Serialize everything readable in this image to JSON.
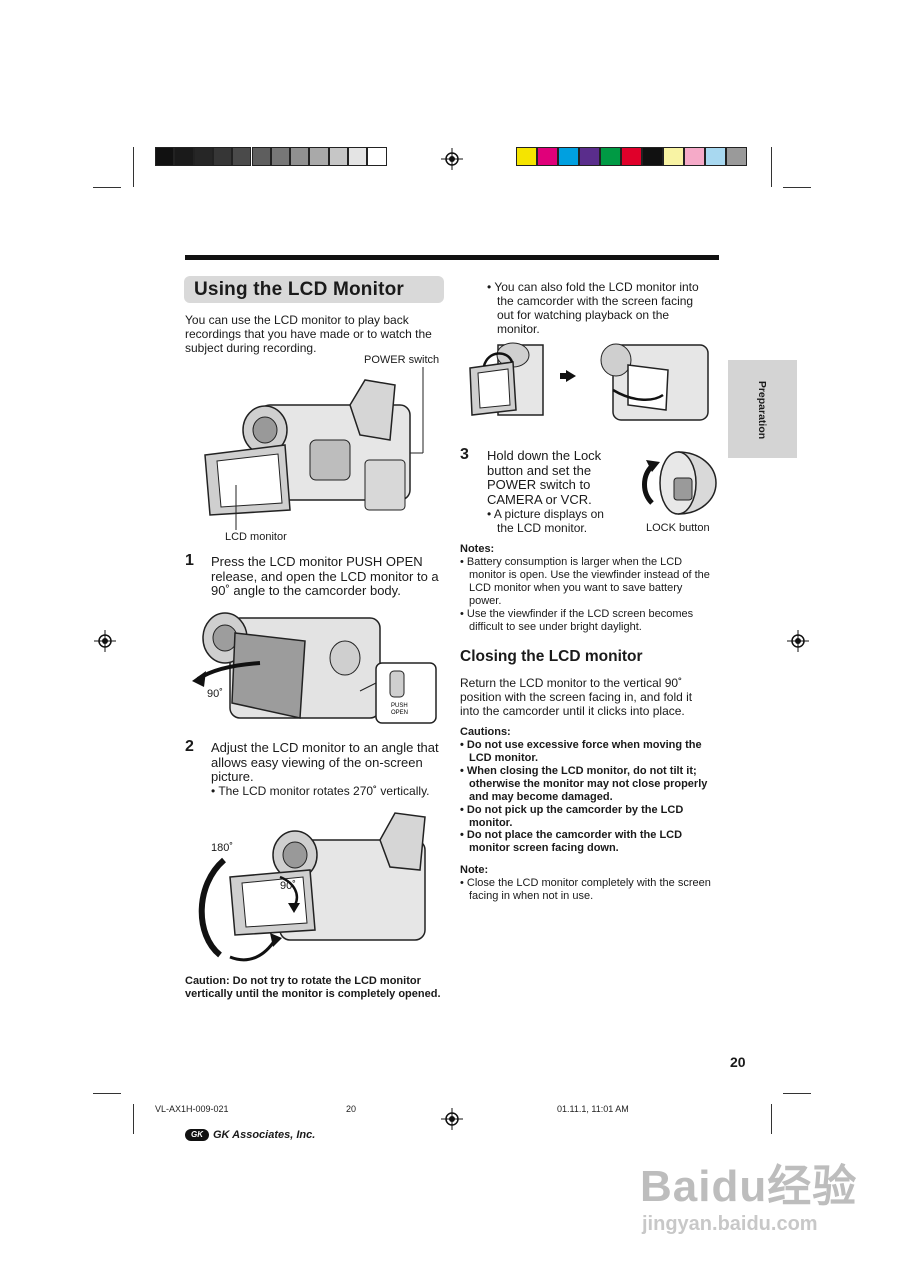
{
  "section_title": "Using the LCD Monitor",
  "intro": "You can use the LCD monitor to play back recordings that you have made or to watch the subject during recording.",
  "labels": {
    "power_switch": "POWER switch",
    "lcd_monitor": "LCD monitor",
    "lock_button": "LOCK button",
    "deg90_a": "90˚",
    "deg180": "180˚",
    "deg90_b": "90˚",
    "push_open_1": "PUSH",
    "push_open_2": "OPEN"
  },
  "step1": {
    "num": "1",
    "text": "Press the LCD monitor PUSH OPEN release, and open the LCD monitor to a 90˚ angle to the camcorder body."
  },
  "step2": {
    "num": "2",
    "text": "Adjust the LCD monitor to an angle that allows easy viewing of the on-screen picture.",
    "bullet": "• The LCD monitor rotates 270˚ vertically."
  },
  "caution_left": "Caution: Do not try to rotate the LCD monitor vertically until the monitor is completely opened.",
  "fold_bullet": "• You can also fold the LCD monitor into the camcorder with the screen facing out for watching playback on the monitor.",
  "step3": {
    "num": "3",
    "text": "Hold down the Lock button and set the POWER switch to CAMERA or VCR.",
    "bullet": "• A picture displays on the LCD monitor."
  },
  "notes": {
    "heading": "Notes:",
    "items": [
      "• Battery consumption is larger when the LCD monitor is open. Use the viewfinder instead of the LCD monitor when you want to save battery power.",
      "• Use the viewfinder if the LCD screen becomes difficult to see under bright daylight."
    ]
  },
  "closing_title": "Closing the LCD monitor",
  "closing_text": "Return the LCD monitor to the vertical 90˚ position with the screen facing in, and fold it into the camcorder until it clicks into place.",
  "cautions": {
    "heading": "Cautions:",
    "items": [
      "• Do not use excessive force when moving the LCD monitor.",
      "• When closing the LCD monitor, do not tilt it; otherwise the monitor may not close properly and may become damaged.",
      "• Do not pick up the camcorder by the LCD monitor.",
      "• Do not place the camcorder with the LCD monitor screen facing down."
    ]
  },
  "note": {
    "heading": "Note:",
    "item": "• Close the LCD monitor completely with the screen facing in when not in use."
  },
  "side_tab": "Preparation",
  "page_number": "20",
  "footer": {
    "left": "VL-AX1H-009-021",
    "center": "20",
    "right": "01.11.1, 11:01 AM"
  },
  "publisher": "GK Associates, Inc.",
  "publisher_logo": "GK",
  "watermark": {
    "main": "Baidu经验",
    "sub": "jingyan.baidu.com"
  },
  "colors": {
    "gray_bar": [
      "#111111",
      "#1a1a1a",
      "#262626",
      "#363636",
      "#4a4a4a",
      "#5e5e5e",
      "#777777",
      "#909090",
      "#a9a9a9",
      "#c6c6c6",
      "#e4e4e4",
      "#ffffff"
    ],
    "color_bar": [
      "#f5e400",
      "#e0007a",
      "#00a0e0",
      "#5a2d8c",
      "#009a44",
      "#e0002a",
      "#111111",
      "#f8f3a4",
      "#f5aac8",
      "#a8d8f0",
      "#9a9a9a"
    ]
  }
}
